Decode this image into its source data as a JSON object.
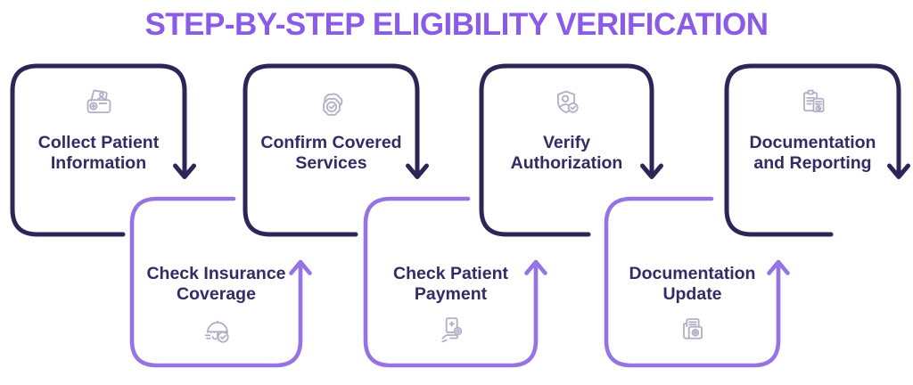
{
  "title": {
    "text": "STEP-BY-STEP ELIGIBILITY VERIFICATION"
  },
  "colors": {
    "title": "#8a5ae8",
    "navy": "#2d2557",
    "purple": "#9673e3",
    "icon": "#b2afc6",
    "label_text": "#332b63",
    "background": "#ffffff"
  },
  "steps": [
    {
      "order": 1,
      "label": "Collect Patient Information",
      "lines": [
        "Collect Patient",
        "Information"
      ],
      "row": "top",
      "arrow": "down",
      "icon": "patient-file-icon"
    },
    {
      "order": 2,
      "label": "Check Insurance Coverage",
      "lines": [
        "Check Insurance",
        "Coverage"
      ],
      "row": "bottom",
      "arrow": "up",
      "icon": "umbrella-check-icon"
    },
    {
      "order": 3,
      "label": "Confirm Covered Services",
      "lines": [
        "Confirm Covered",
        "Services"
      ],
      "row": "top",
      "arrow": "down",
      "icon": "badge-check-icon"
    },
    {
      "order": 4,
      "label": "Check Patient Payment",
      "lines": [
        "Check Patient",
        "Payment"
      ],
      "row": "bottom",
      "arrow": "up",
      "icon": "payment-hand-icon"
    },
    {
      "order": 5,
      "label": "Verify Authorization",
      "lines": [
        "Verify",
        "Authorization"
      ],
      "row": "top",
      "arrow": "down",
      "icon": "shield-user-check-icon"
    },
    {
      "order": 6,
      "label": "Documentation Update",
      "lines": [
        "Documentation",
        "Update"
      ],
      "row": "bottom",
      "arrow": "up",
      "icon": "documents-photo-icon"
    },
    {
      "order": 7,
      "label": "Documentation and Reporting",
      "lines": [
        "Documentation",
        "and Reporting"
      ],
      "row": "top",
      "arrow": "down",
      "icon": "clipboard-report-icon"
    }
  ]
}
